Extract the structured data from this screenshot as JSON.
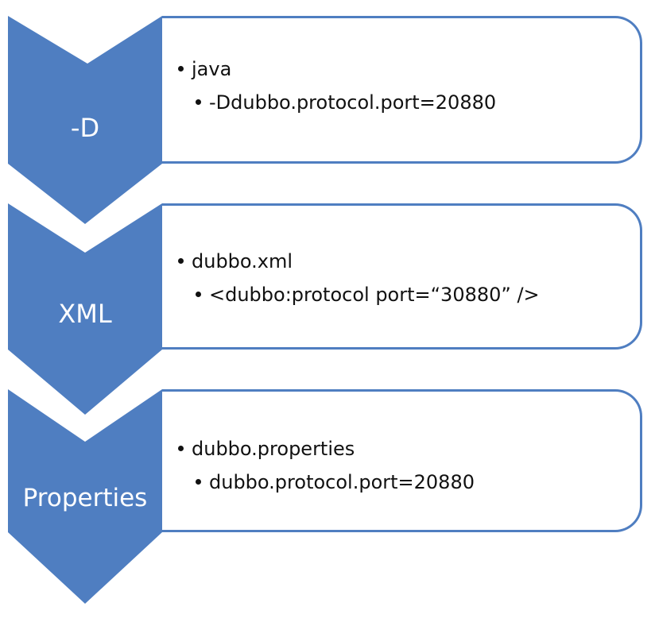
{
  "colors": {
    "accent": "#4f7ec1",
    "border": "#4f7ec1",
    "text": "#111111",
    "label_text": "#ffffff"
  },
  "steps": [
    {
      "label": "-D",
      "item": "java",
      "subitem": "-Ddubbo.protocol.port=20880"
    },
    {
      "label": "XML",
      "item": "dubbo.xml",
      "subitem": "<dubbo:protocol port=“30880” />"
    },
    {
      "label": "Properties",
      "item": "dubbo.properties",
      "subitem": "dubbo.protocol.port=20880"
    }
  ]
}
